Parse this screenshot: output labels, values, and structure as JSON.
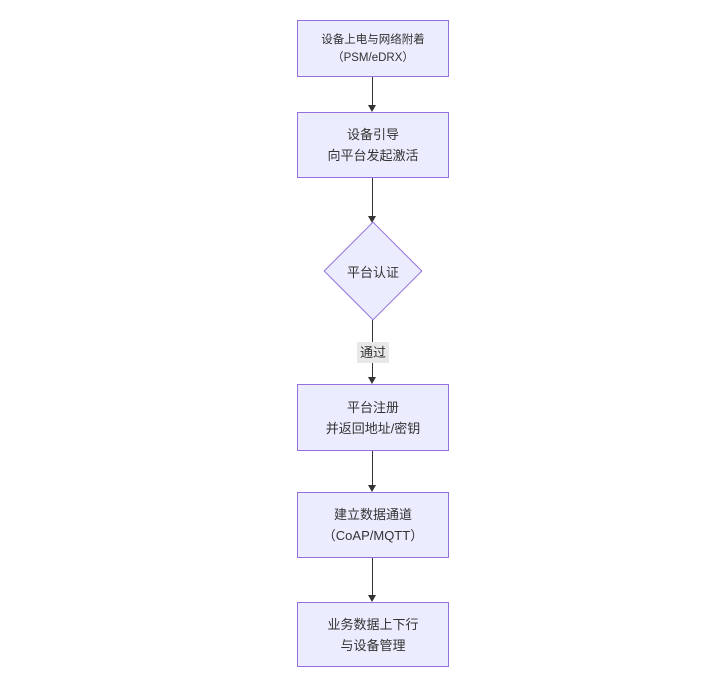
{
  "diagram": {
    "type": "flowchart-top-down",
    "nodes": {
      "power": {
        "line1": "设备上电与网络附着",
        "line2": "（PSM/eDRX）"
      },
      "bootstrap": {
        "line1": "设备引导",
        "line2": "向平台发起激活"
      },
      "auth": {
        "line1": "平台认证"
      },
      "register": {
        "line1": "平台注册",
        "line2": "并返回地址/密钥"
      },
      "channel": {
        "line1": "建立数据通道",
        "line2": "（CoAP/MQTT）"
      },
      "business": {
        "line1": "业务数据上下行",
        "line2": "与设备管理"
      }
    },
    "edges": {
      "auth_to_register_label": "通过"
    },
    "colors": {
      "node_fill": "#ECECFF",
      "node_border": "#9370DB",
      "edge_line": "#333333",
      "edge_label_bg": "#e8e8e8",
      "text": "#333333",
      "background": "#ffffff"
    }
  }
}
